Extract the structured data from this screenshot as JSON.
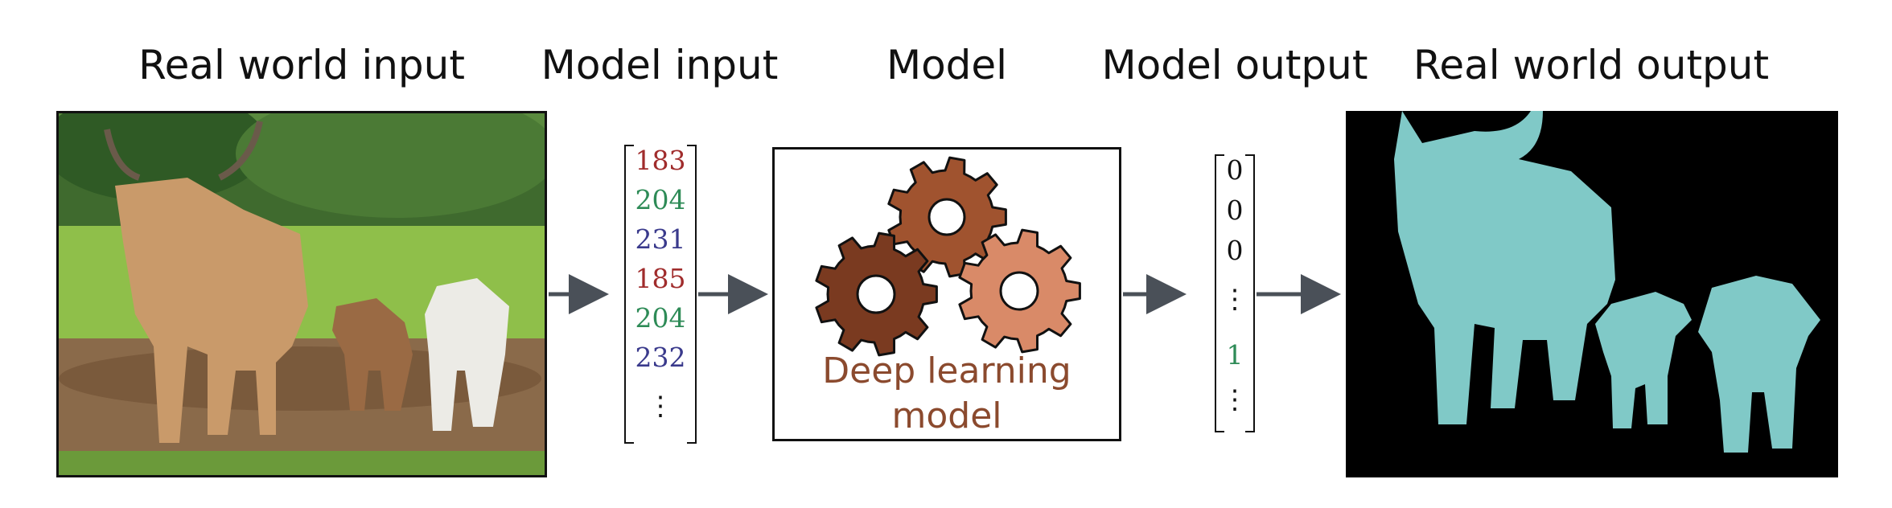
{
  "headings": {
    "real_world_input": "Real world input",
    "model_input": "Model input",
    "model": "Model",
    "model_output": "Model output",
    "real_world_output": "Real world output"
  },
  "model_input_vector": [
    "183",
    "204",
    "231",
    "185",
    "204",
    "232",
    "⋮"
  ],
  "model_input_colors": [
    "#a02c2c",
    "#2e8b57",
    "#3a3a8c",
    "#a02c2c",
    "#2e8b57",
    "#3a3a8c",
    "#111111"
  ],
  "model_box": {
    "label_line1": "Deep learning",
    "label_line2": "model"
  },
  "model_output_vector": [
    "0",
    "0",
    "0",
    "⋮",
    "1",
    "⋮"
  ],
  "model_output_colors": [
    "#111111",
    "#111111",
    "#111111",
    "#111111",
    "#2e8b57",
    "#111111"
  ],
  "colors": {
    "segmentation_mask": "#80c9c7",
    "segmentation_background": "#000000",
    "gear_dark": "#7a3a20",
    "gear_mid": "#a0532f",
    "gear_light": "#d98a68",
    "arrow": "#4a5058"
  }
}
